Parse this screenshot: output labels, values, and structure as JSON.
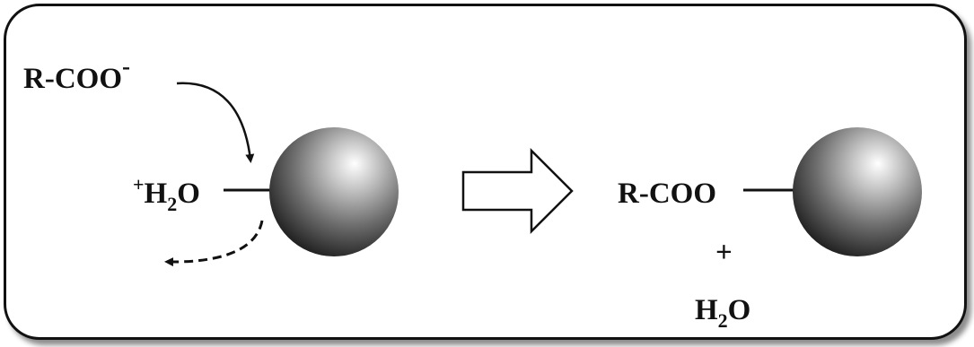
{
  "reactant": {
    "nucleophile": "R-COO",
    "nucleophile_charge": "-",
    "leaving_group_charge": "+",
    "leaving_group_main": "H",
    "leaving_group_sub": "2",
    "leaving_group_tail": "O"
  },
  "product": {
    "bound_group": "R-COO",
    "plus_sign": "+",
    "byproduct_main": "H",
    "byproduct_sub": "2",
    "byproduct_tail": "O"
  },
  "icons": {
    "particle": "sphere-particle-icon",
    "attack_arrow": "curved-arrow-icon",
    "departure_arrow": "dashed-curved-arrow-icon",
    "reaction_arrow": "hollow-right-arrow-icon"
  },
  "colors": {
    "ink": "#111111",
    "sphere_highlight": "#ffffff",
    "sphere_mid": "#8a8a8a",
    "sphere_dark": "#1a1a1a"
  }
}
